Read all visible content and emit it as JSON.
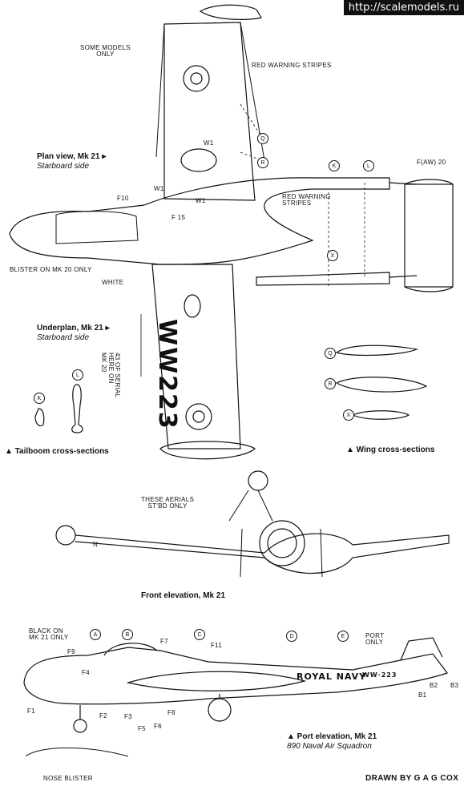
{
  "watermark": "http://scalemodels.ru",
  "labels": {
    "some_models_only": "SOME MODELS\nONLY",
    "red_warning_stripes_1": "RED WARNING STRIPES",
    "red_warning_stripes_2": "RED WARNING\nSTRIPES",
    "faw20": "F(AW) 20",
    "blister_mk20": "BLISTER ON MK 20 ONLY",
    "white": "WHITE",
    "serial_note": "43 OF SERIAL\nHERE ON\nMK 20",
    "these_aerials": "THESE AERIALS\nST'BD ONLY",
    "black_on_mk21": "BLACK ON\nMK 21 ONLY",
    "port_only": "PORT\nONLY",
    "nose_blister": "NOSE BLISTER",
    "n_mark": "N",
    "w1a": "W1",
    "w1b": "W1",
    "w1c": "W1",
    "f10": "F10",
    "f15": "F 15",
    "f1": "F1",
    "f2": "F2",
    "f3": "F3",
    "f4": "F4",
    "f5": "F5",
    "f6": "F6",
    "f7": "F7",
    "f8": "F8",
    "f9": "F9",
    "f11": "F11",
    "b1": "B1",
    "b2": "B2",
    "b3": "B3"
  },
  "headings": {
    "plan": "Plan view, Mk 21 ▸",
    "plan_sub": "Starboard side",
    "underplan": "Underplan, Mk 21 ▸",
    "underplan_sub": "Starboard side",
    "tailboom": "▲ Tailboom cross-sections",
    "wing": "▲ Wing cross-sections",
    "front": "Front elevation, Mk 21",
    "port": "▲ Port elevation, Mk 21",
    "port_sub": "890 Naval Air Squadron"
  },
  "callouts": {
    "q": "Q",
    "r": "R",
    "k": "K",
    "l": "L",
    "x": "X",
    "k2": "K",
    "l2": "L",
    "q2": "Q",
    "r2": "R",
    "x2": "X",
    "a": "A",
    "b": "B",
    "c": "C",
    "d": "D",
    "e": "E"
  },
  "markings": {
    "serial_under": "WW223",
    "royal_navy": "ROYAL  NAVY",
    "serial_side": "WW·223"
  },
  "credit": "DRAWN BY G A G COX"
}
